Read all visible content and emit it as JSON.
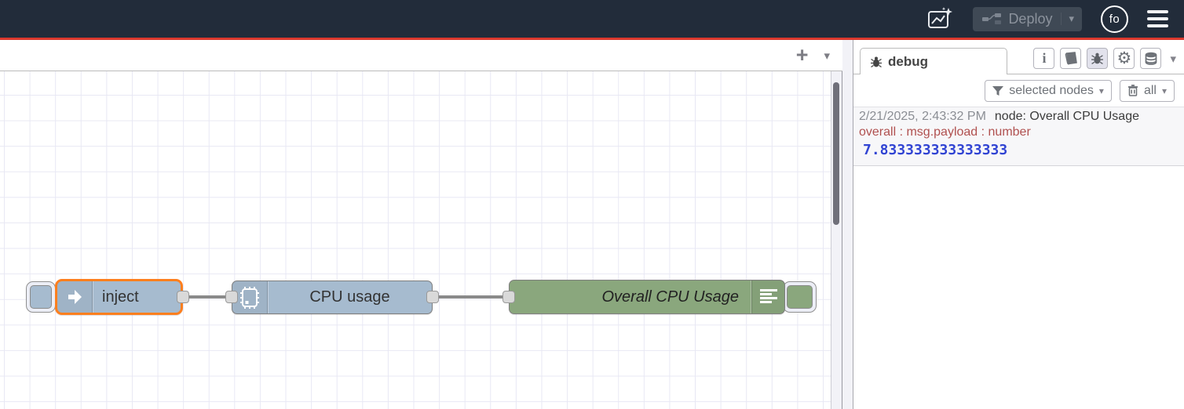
{
  "header": {
    "deploy": {
      "label": "Deploy"
    },
    "avatar": {
      "initials": "fo"
    }
  },
  "workspace_toolbar": {
    "add_flow": "+"
  },
  "canvas": {
    "nodes": [
      {
        "type": "inject",
        "label": "inject"
      },
      {
        "type": "function",
        "label": "CPU usage"
      },
      {
        "type": "debug",
        "label": "Overall CPU Usage"
      }
    ]
  },
  "sidebar": {
    "tab": {
      "label": "debug"
    },
    "toolbar": {
      "filter_label": "selected nodes",
      "clear_label": "all"
    },
    "messages": [
      {
        "timestamp": "2/21/2025, 2:43:32 PM",
        "source": "node: Overall CPU Usage",
        "property": "overall : msg.payload : number",
        "value": "7.833333333333333"
      }
    ]
  },
  "icons": {
    "plus": "+",
    "chevron_down": "▾",
    "info": "i",
    "gear": "⚙"
  },
  "colors": {
    "header_bg": "#222c3a",
    "accent_red": "#dc392e",
    "node_blue": "#a6bbcf",
    "node_green": "#8aa77d",
    "selected_orange": "#ff7f1e",
    "debug_value_blue": "#3144d3",
    "debug_prop_red": "#b0504f"
  }
}
